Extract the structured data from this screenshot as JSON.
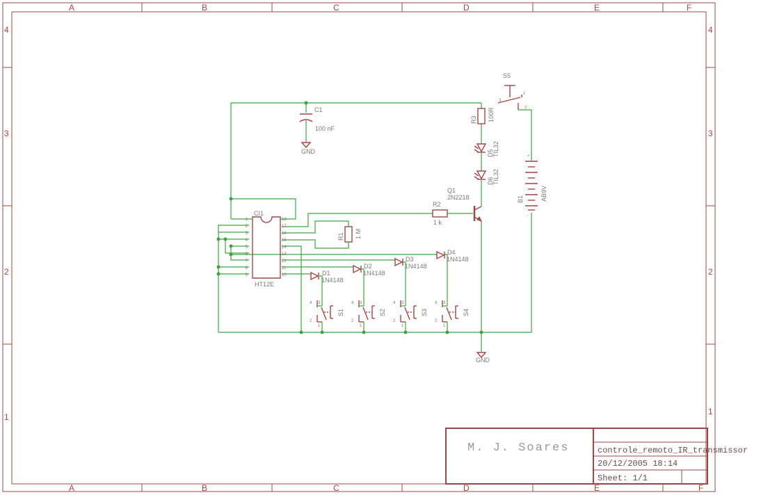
{
  "frame": {
    "columns": [
      "A",
      "B",
      "C",
      "D",
      "E",
      "F"
    ],
    "rows": [
      "4",
      "3",
      "2",
      "1"
    ]
  },
  "components": {
    "c1": {
      "name": "C1",
      "value": "100 nF"
    },
    "c1_gnd": "GND",
    "s5": {
      "name": "S5",
      "pin_a": "3",
      "pin_b": "2",
      "pin_c": "1"
    },
    "r3": {
      "name": "R3",
      "value": "100R"
    },
    "d5": {
      "name": "D5",
      "value": "TIL32"
    },
    "d6": {
      "name": "D6",
      "value": "TIL32"
    },
    "b1": {
      "name": "B1",
      "value": "AB9V",
      "plus": "+",
      "minus": "-"
    },
    "q1": {
      "name": "Q1",
      "value": "2N2218"
    },
    "r2": {
      "name": "R2",
      "value": "1 k"
    },
    "r1": {
      "name": "R1",
      "value": "1 M"
    },
    "ic": {
      "name": "CI1",
      "value": "HT12E",
      "left_pins": [
        "1",
        "2",
        "3",
        "4",
        "5",
        "6",
        "7",
        "8",
        "9"
      ],
      "right_pins": [
        "18",
        "17",
        "16",
        "15",
        "14",
        "13",
        "12",
        "11",
        "10"
      ]
    },
    "d1": {
      "name": "D1",
      "value": "1N4148"
    },
    "d2": {
      "name": "D2",
      "value": "1N4148"
    },
    "d3": {
      "name": "D3",
      "value": "1N4148"
    },
    "d4": {
      "name": "D4",
      "value": "1N4148"
    },
    "switches": [
      {
        "name": "S1",
        "p4": "4",
        "p3": "3",
        "p2": "2",
        "p1": "1"
      },
      {
        "name": "S2",
        "p4": "4",
        "p3": "3",
        "p2": "2",
        "p1": "1"
      },
      {
        "name": "S3",
        "p4": "4",
        "p3": "3",
        "p2": "2",
        "p1": "1"
      },
      {
        "name": "S4",
        "p4": "4",
        "p3": "3",
        "p2": "2",
        "p1": "1"
      }
    ],
    "gnd_main": "GND"
  },
  "title_block": {
    "author": "M. J. Soares",
    "drawing_name": "controle_remoto_IR_transmissor",
    "date": "20/12/2005 18:14",
    "sheet": "Sheet: 1/1"
  }
}
